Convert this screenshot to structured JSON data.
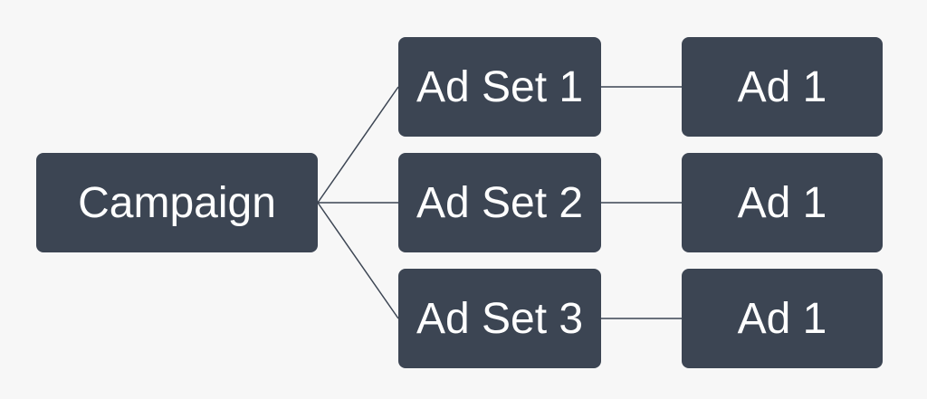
{
  "colors": {
    "background": "#f7f7f7",
    "node_fill": "#3c4553",
    "node_text": "#ffffff",
    "connector": "#3c4553"
  },
  "root": {
    "label": "Campaign"
  },
  "ad_sets": [
    {
      "label": "Ad Set 1",
      "ad": {
        "label": "Ad 1"
      }
    },
    {
      "label": "Ad Set 2",
      "ad": {
        "label": "Ad 1"
      }
    },
    {
      "label": "Ad Set 3",
      "ad": {
        "label": "Ad 1"
      }
    }
  ]
}
